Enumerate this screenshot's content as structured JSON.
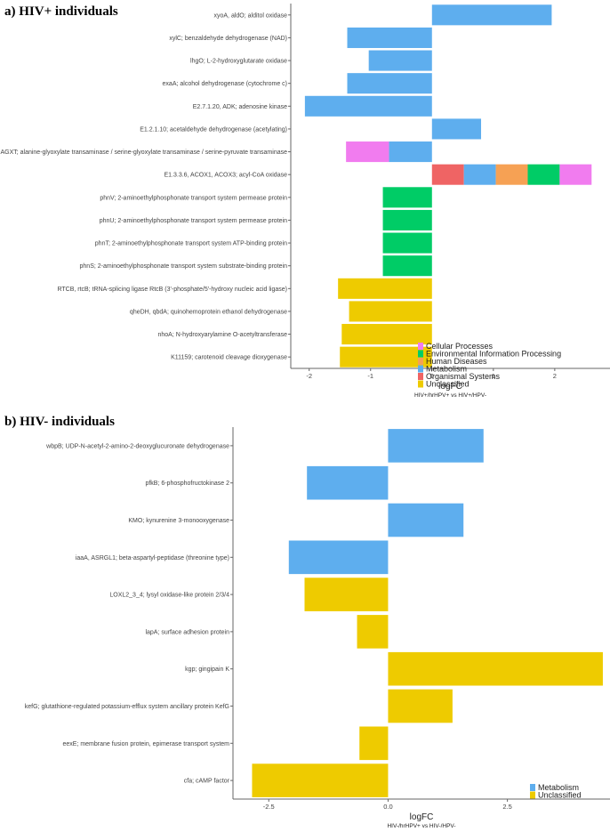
{
  "colors": {
    "Cellular Processes": "#f17cef",
    "Environmental Information Processing": "#00cc66",
    "Human Diseases": "#f6a154",
    "Metabolism": "#5eaeee",
    "Organismal Systems": "#ef6464",
    "Unclassified": "#eecb00"
  },
  "chart_data": [
    {
      "type": "bar",
      "title": "a) HIV+ individuals",
      "xlabel": "logFC",
      "subtitle": "HIV+/hrHPV+ vs HIV+/HPV-",
      "xlim": [
        -2.3,
        2.9
      ],
      "xticks": [
        -2,
        -1,
        0,
        1,
        2
      ],
      "xtick_labels": [
        "-2",
        "-1",
        "0",
        "1",
        "2"
      ],
      "grid": false,
      "legend_position": "bottom-right",
      "legend": [
        "Cellular Processes",
        "Environmental Information Processing",
        "Human Diseases",
        "Metabolism",
        "Organismal Systems",
        "Unclassified"
      ],
      "categories": [
        "xyoA, aldO; alditol oxidase",
        "xylC; benzaldehyde dehydrogenase (NAD)",
        "lhgO; L-2-hydroxyglutarate oxidase",
        "exaA; alcohol dehydrogenase (cytochrome c)",
        "E2.7.1.20, ADK; adenosine kinase",
        "E1.2.1.10; acetaldehyde dehydrogenase (acetylating)",
        "AGXT; alanine-glyoxylate transaminase / serine-glyoxylate transaminase / serine-pyruvate transaminase",
        "E1.3.3.6, ACOX1, ACOX3; acyl-CoA oxidase",
        "phnV; 2-aminoethylphosphonate transport system permease protein",
        "phnU; 2-aminoethylphosphonate transport system permease protein",
        "phnT; 2-aminoethylphosphonate transport system ATP-binding protein",
        "phnS; 2-aminoethylphosphonate transport system substrate-binding protein",
        "RTCB, rtcB; tRNA-splicing ligase RtcB (3'-phosphate/5'-hydroxy nucleic acid ligase)",
        "qheDH, qbdA; quinohemoprotein ethanol dehydrogenase",
        "nhoA; N-hydroxyarylamine O-acetyltransferase",
        "K11159; carotenoid cleavage dioxygenase"
      ],
      "bars": [
        [
          {
            "group": "Metabolism",
            "value": 1.95
          }
        ],
        [
          {
            "group": "Metabolism",
            "value": -1.38
          }
        ],
        [
          {
            "group": "Metabolism",
            "value": -1.03
          }
        ],
        [
          {
            "group": "Metabolism",
            "value": -1.38
          }
        ],
        [
          {
            "group": "Metabolism",
            "value": -2.07
          }
        ],
        [
          {
            "group": "Metabolism",
            "value": 0.8
          }
        ],
        [
          {
            "group": "Metabolism",
            "value": -0.7
          },
          {
            "group": "Cellular Processes",
            "value": -0.7
          }
        ],
        [
          {
            "group": "Organismal Systems",
            "value": 0.52
          },
          {
            "group": "Metabolism",
            "value": 0.52
          },
          {
            "group": "Human Diseases",
            "value": 0.52
          },
          {
            "group": "Environmental Information Processing",
            "value": 0.52
          },
          {
            "group": "Cellular Processes",
            "value": 0.52
          }
        ],
        [
          {
            "group": "Environmental Information Processing",
            "value": -0.8
          }
        ],
        [
          {
            "group": "Environmental Information Processing",
            "value": -0.8
          }
        ],
        [
          {
            "group": "Environmental Information Processing",
            "value": -0.8
          }
        ],
        [
          {
            "group": "Environmental Information Processing",
            "value": -0.8
          }
        ],
        [
          {
            "group": "Unclassified",
            "value": -1.53
          }
        ],
        [
          {
            "group": "Unclassified",
            "value": -1.35
          }
        ],
        [
          {
            "group": "Unclassified",
            "value": -1.47
          }
        ],
        [
          {
            "group": "Unclassified",
            "value": -1.5
          }
        ]
      ]
    },
    {
      "type": "bar",
      "title": "b) HIV- individuals",
      "xlabel": "logFC",
      "subtitle": "HIV-/hrHPV+ vs HIV-/HPV-",
      "xlim": [
        -3.25,
        4.65
      ],
      "xticks": [
        -2.5,
        0,
        2.5
      ],
      "xtick_labels": [
        "-2.5",
        "0.0",
        "2.5"
      ],
      "grid": false,
      "legend_position": "bottom-right",
      "legend": [
        "Metabolism",
        "Unclassified"
      ],
      "categories": [
        "wbpB; UDP-N-acetyl-2-amino-2-deoxyglucuronate dehydrogenase",
        "pfkB; 6-phosphofructokinase 2",
        "KMO; kynurenine 3-monooxygenase",
        "iaaA, ASRGL1; beta-aspartyl-peptidase (threonine type)",
        "LOXL2_3_4; lysyl oxidase-like protein 2/3/4",
        "lapA; surface adhesion protein",
        "kgp; gingipain K",
        "kefG; glutathione-regulated potassium-efflux system ancillary protein KefG",
        "eexE; membrane fusion protein, epimerase transport system",
        "cfa; cAMP factor"
      ],
      "bars": [
        [
          {
            "group": "Metabolism",
            "value": 2.0
          }
        ],
        [
          {
            "group": "Metabolism",
            "value": -1.7
          }
        ],
        [
          {
            "group": "Metabolism",
            "value": 1.58
          }
        ],
        [
          {
            "group": "Metabolism",
            "value": -2.08
          }
        ],
        [
          {
            "group": "Unclassified",
            "value": -1.75
          }
        ],
        [
          {
            "group": "Unclassified",
            "value": -0.65
          }
        ],
        [
          {
            "group": "Unclassified",
            "value": 4.5
          }
        ],
        [
          {
            "group": "Unclassified",
            "value": 1.35
          }
        ],
        [
          {
            "group": "Unclassified",
            "value": -0.6
          }
        ],
        [
          {
            "group": "Unclassified",
            "value": -2.85
          }
        ]
      ]
    }
  ]
}
